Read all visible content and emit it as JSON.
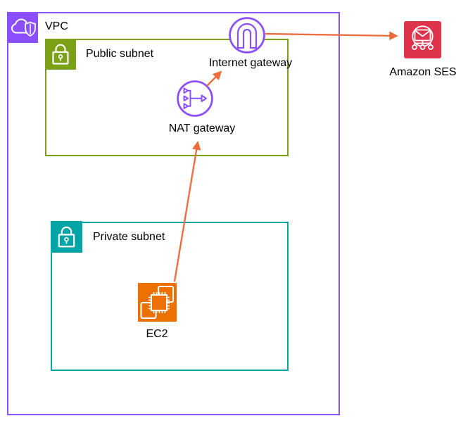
{
  "diagram": {
    "type": "aws-architecture",
    "vpc": {
      "label": "VPC"
    },
    "public_subnet": {
      "label": "Public subnet"
    },
    "private_subnet": {
      "label": "Private subnet"
    },
    "nodes": {
      "internet_gateway": {
        "label": "Internet gateway",
        "icon": "internet-gateway-icon"
      },
      "nat_gateway": {
        "label": "NAT gateway",
        "icon": "nat-gateway-icon"
      },
      "ec2": {
        "label": "EC2",
        "icon": "ec2-chip-icon"
      },
      "amazon_ses": {
        "label": "Amazon SES",
        "icon": "ses-email-icon"
      }
    },
    "connections": [
      {
        "from": "EC2",
        "to": "NAT gateway"
      },
      {
        "from": "NAT gateway",
        "to": "Internet gateway"
      },
      {
        "from": "Internet gateway",
        "to": "Amazon SES"
      }
    ],
    "colors": {
      "vpc_purple": "#8C53F6",
      "icon_purple": "#8C4FFF",
      "public_subnet_green": "#7AA116",
      "private_subnet_teal": "#00A4A6",
      "ec2_orange": "#ED7100",
      "ses_red": "#DD344C",
      "arrow_orange": "#ED6B3A",
      "text": "#000000"
    }
  }
}
